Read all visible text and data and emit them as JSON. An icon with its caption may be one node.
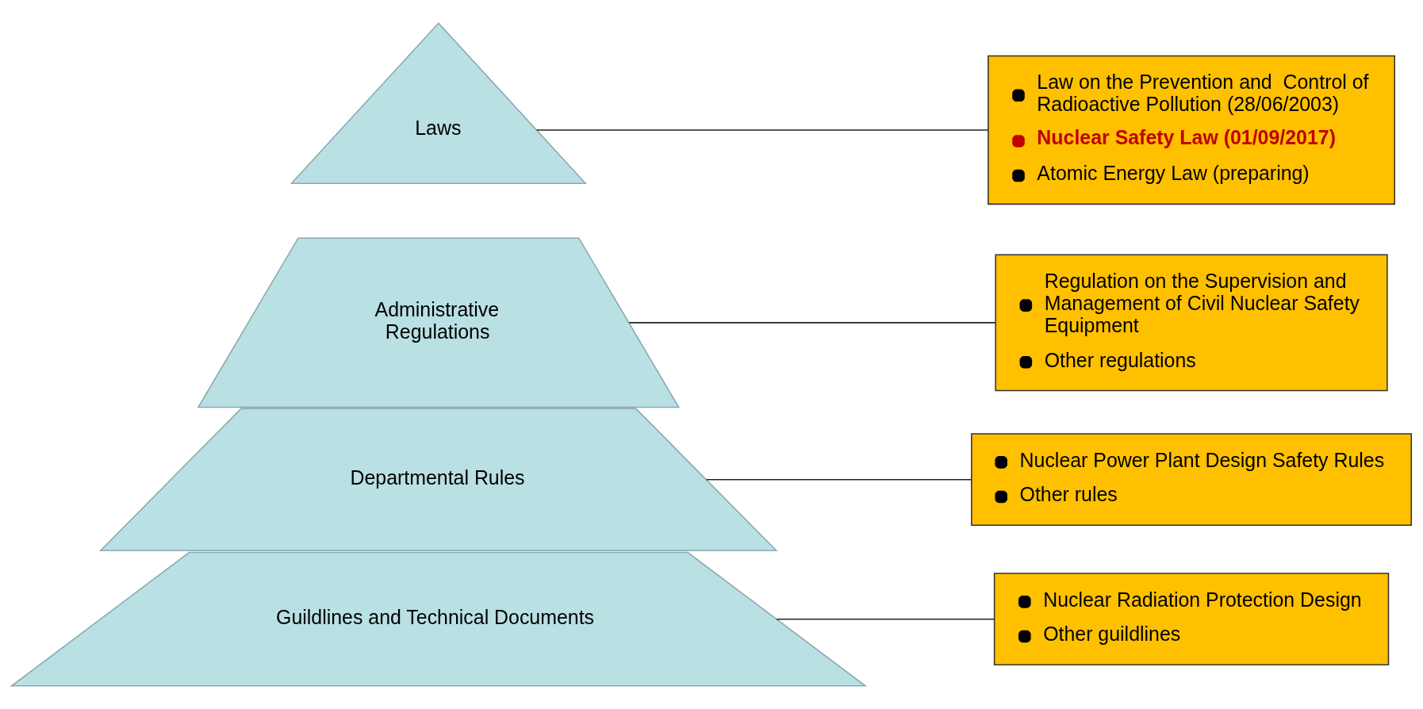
{
  "diagram": {
    "nodes": [
      {
        "text": [
          "Laws"
        ]
      },
      {
        "text": [
          "Administrative Regulations"
        ]
      },
      {
        "text": [
          "Departmental Rules"
        ]
      },
      {
        "text": [
          "Guildlines and Technical Documents"
        ]
      },
      {
        "text": [
          "Law on the Prevention and  Control of Radioactive Pollution (28/06/2003)",
          "**Nuclear Safety Law (01/09/2017)**",
          "Atomic Energy Law (preparing)"
        ]
      },
      {
        "text": [
          "Regulation on the Supervision and Management of Civil Nuclear Safety Equipment",
          "Other regulations"
        ]
      },
      {
        "text": [
          "Nuclear Power Plant Design Safety Rules",
          "Other rules"
        ]
      },
      {
        "text": [
          "Nuclear Radiation Protection Design",
          "Other guildlines"
        ]
      }
    ],
    "edges": [
      {
        "from": 0,
        "to": 4,
        "arrow": "none"
      },
      {
        "from": 1,
        "to": 5,
        "arrow": "none"
      },
      {
        "from": 2,
        "to": 6,
        "arrow": "none"
      },
      {
        "from": 3,
        "to": 7,
        "arrow": "none"
      }
    ]
  }
}
